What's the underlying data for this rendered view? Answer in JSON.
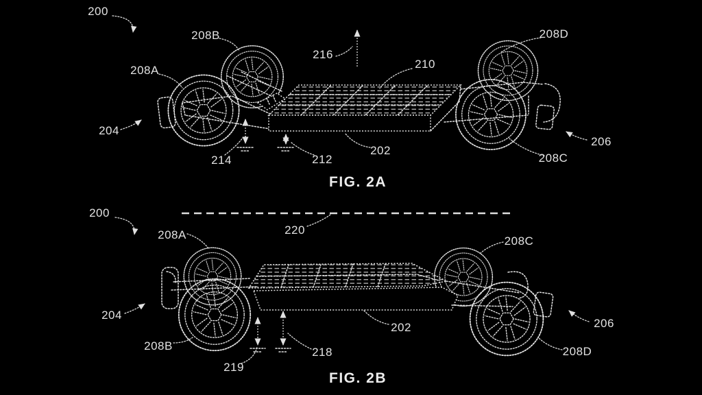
{
  "page": {
    "background": "#000000",
    "line_color": "#e0e0e0"
  },
  "fig2a": {
    "caption": "FIG. 2A",
    "labels": {
      "ref200": "200",
      "ref202": "202",
      "ref204": "204",
      "ref206": "206",
      "ref208A": "208A",
      "ref208B": "208B",
      "ref208C": "208C",
      "ref208D": "208D",
      "ref210": "210",
      "ref212": "212",
      "ref214": "214",
      "ref216": "216"
    }
  },
  "fig2b": {
    "caption": "FIG. 2B",
    "labels": {
      "ref200": "200",
      "ref202": "202",
      "ref204": "204",
      "ref206": "206",
      "ref208A": "208A",
      "ref208B": "208B",
      "ref208C": "208C",
      "ref208D": "208D",
      "ref218": "218",
      "ref219": "219",
      "ref220": "220"
    }
  }
}
